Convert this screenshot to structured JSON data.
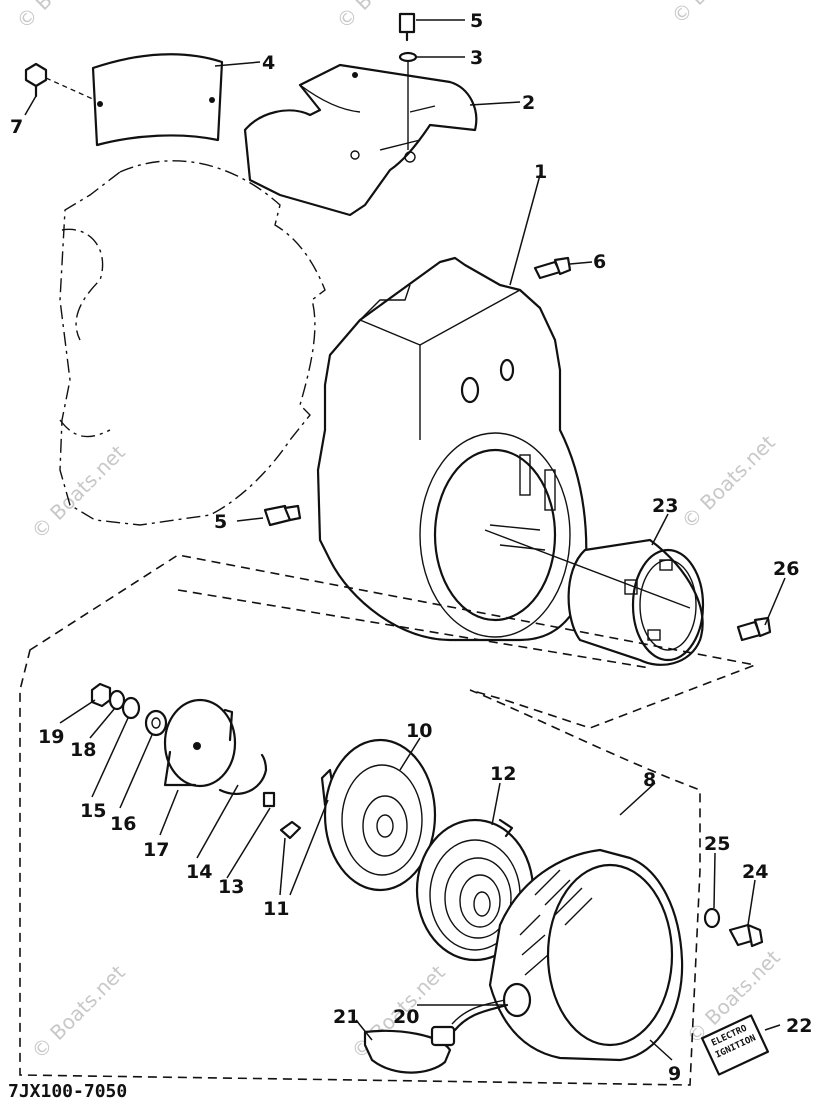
{
  "diagram_code": "7JX100-7050",
  "watermark": "© Boats.net",
  "decal_text": [
    "ELECTRO",
    "IGNITION"
  ],
  "callouts": {
    "c1": "1",
    "c2": "2",
    "c3": "3",
    "c4": "4",
    "c5a": "5",
    "c5b": "5",
    "c6": "6",
    "c7": "7",
    "c8": "8",
    "c9": "9",
    "c10": "10",
    "c11": "11",
    "c12": "12",
    "c13": "13",
    "c14": "14",
    "c15": "15",
    "c16": "16",
    "c17": "17",
    "c18": "18",
    "c19": "19",
    "c20": "20",
    "c21": "21",
    "c22": "22",
    "c23": "23",
    "c24": "24",
    "c25": "25",
    "c26": "26"
  }
}
